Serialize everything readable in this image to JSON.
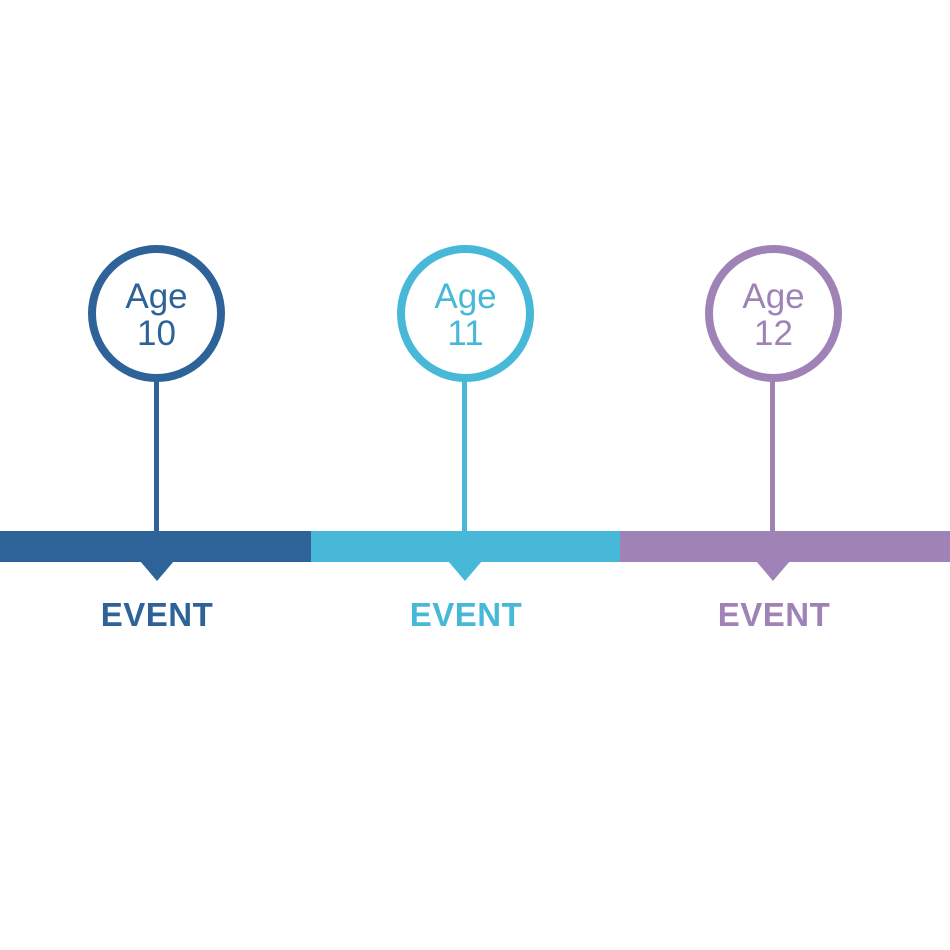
{
  "colors": {
    "dark_blue": "#2e6399",
    "light_blue": "#47b8d8",
    "purple": "#a083b6",
    "background": "#ffffff"
  },
  "milestones": [
    {
      "age_label": "Age",
      "age_value": "10",
      "event": "EVENT",
      "color": "#2e6399"
    },
    {
      "age_label": "Age",
      "age_value": "11",
      "event": "EVENT",
      "color": "#47b8d8"
    },
    {
      "age_label": "Age",
      "age_value": "12",
      "event": "EVENT",
      "color": "#a083b6"
    }
  ]
}
